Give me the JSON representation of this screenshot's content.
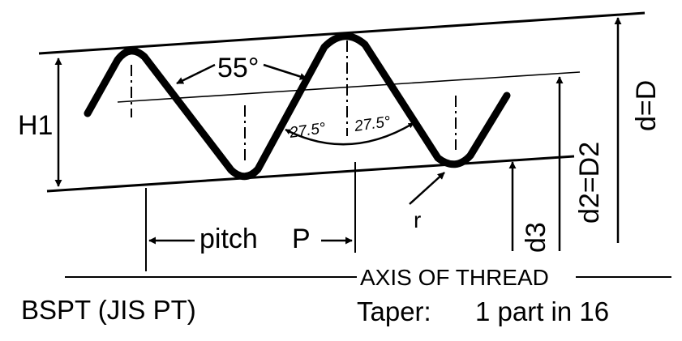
{
  "diagram": {
    "labels": {
      "angle_55": "55°",
      "half_angle_left": "27.5°",
      "half_angle_right": "27.5°",
      "h1": "H1",
      "pitch": "pitch",
      "p": "P",
      "radius": "r",
      "d3": "d3",
      "d2": "d2=D2",
      "d": "d=D",
      "axis": "AXIS OF THREAD"
    },
    "footer": {
      "standard": "BSPT (JIS PT)",
      "taper_label": "Taper:",
      "taper_value": "1 part in 16"
    },
    "colors": {
      "ink": "#000000",
      "paper": "#ffffff"
    }
  }
}
